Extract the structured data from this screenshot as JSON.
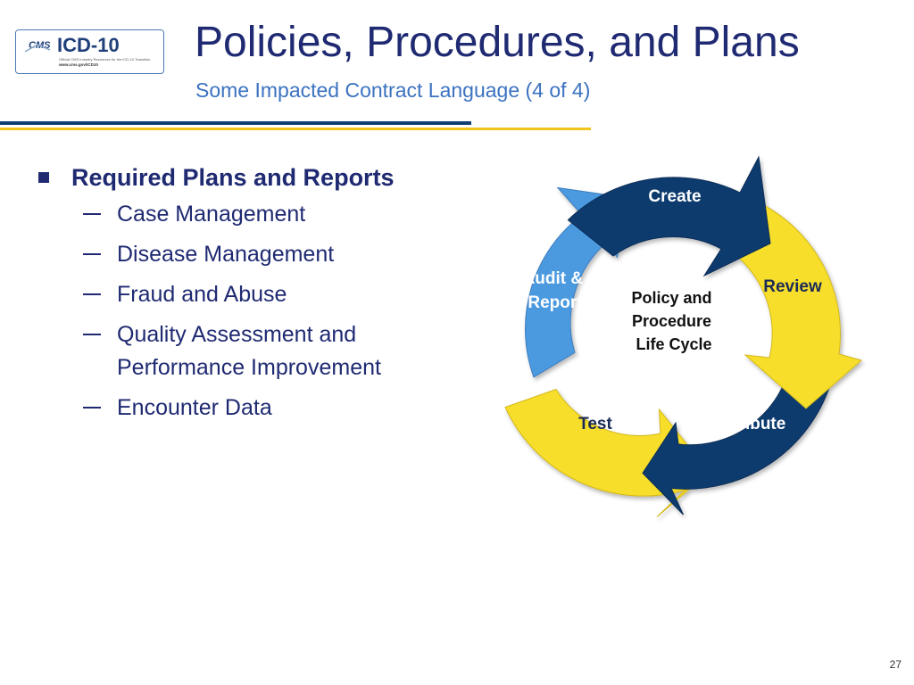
{
  "logo": {
    "org": "CMS",
    "name": "ICD-10",
    "tagline": "Official CMS Industry Resources for the ICD-10 Transition",
    "url": "www.cms.gov/ICD10"
  },
  "slide": {
    "title": "Policies, Procedures, and Plans",
    "subtitle": "Some Impacted Contract Language (4 of 4)",
    "page_number": "27"
  },
  "content": {
    "heading": "Required Plans and Reports",
    "items": [
      {
        "lines": [
          "Case Management"
        ]
      },
      {
        "lines": [
          "Disease Management"
        ]
      },
      {
        "lines": [
          "Fraud and Abuse"
        ]
      },
      {
        "lines": [
          "Quality Assessment and",
          "Performance Improvement"
        ]
      },
      {
        "lines": [
          "Encounter Data"
        ]
      }
    ]
  },
  "cycle": {
    "center_lines": [
      "Policy and",
      "Procedure",
      "Life Cycle"
    ],
    "stages": [
      {
        "lines": [
          "Create"
        ]
      },
      {
        "lines": [
          "Review"
        ]
      },
      {
        "lines": [
          "Distribute"
        ]
      },
      {
        "lines": [
          "Test"
        ]
      },
      {
        "lines": [
          "Audit &",
          "Report"
        ]
      }
    ],
    "colors": {
      "navy": "#0e3a6e",
      "yellow": "#f7de2a",
      "light_blue": "#4b9ae0",
      "stage_text_light": "#ffffff",
      "stage_text_dark": "#1b2b57"
    }
  },
  "theme": {
    "title_color": "#1f2a72",
    "subtitle_color": "#3b72c0",
    "rule_blue": "#0f3f73",
    "rule_yellow": "#f0c41b"
  }
}
